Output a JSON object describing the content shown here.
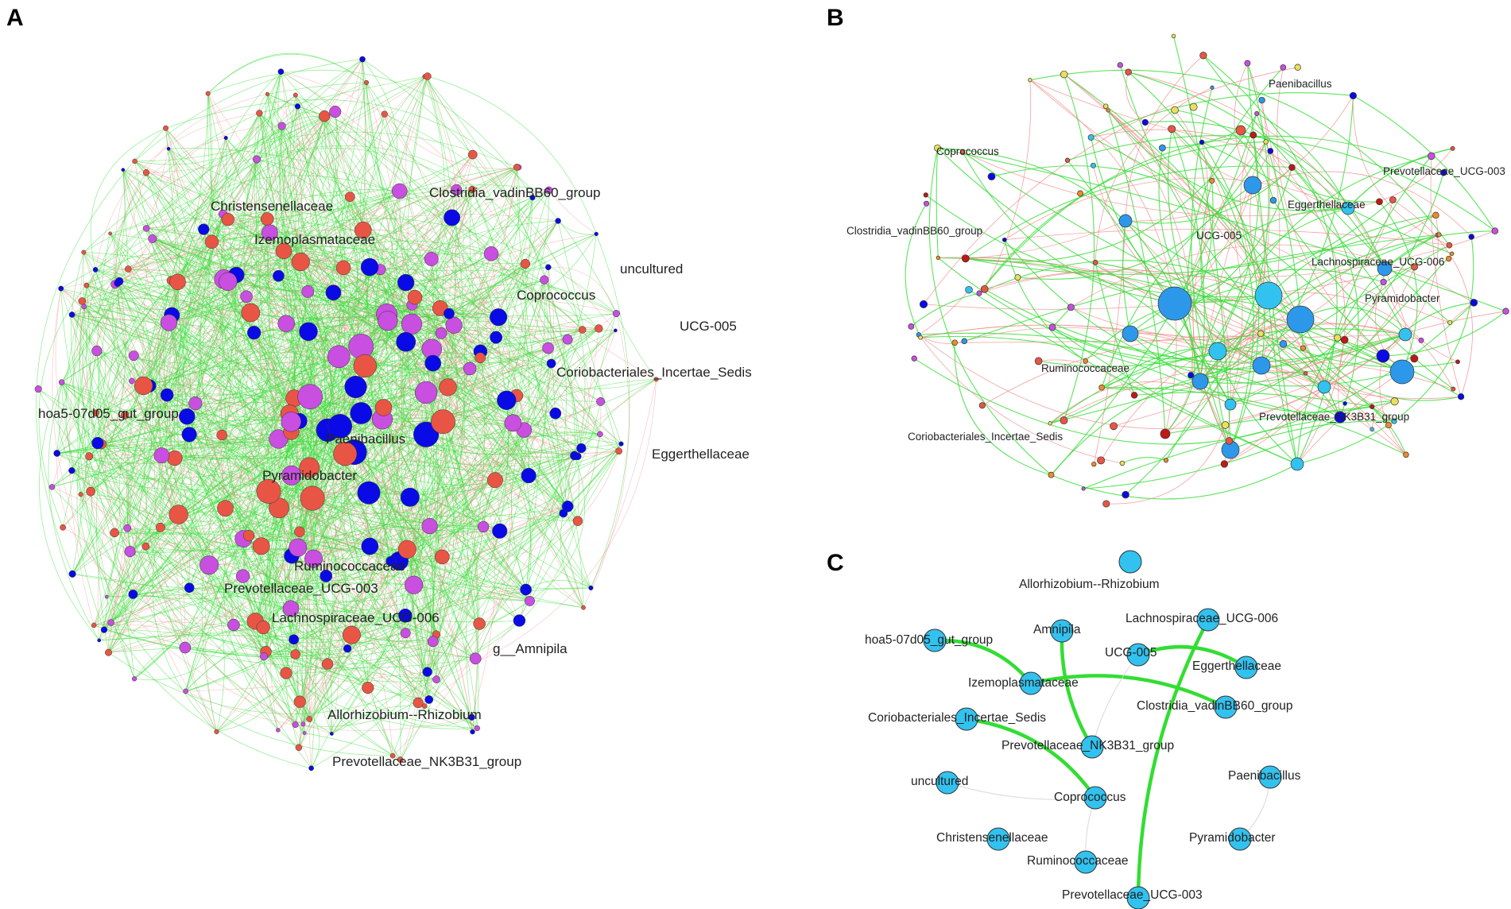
{
  "panels": {
    "a": {
      "letter": "A",
      "labels": [
        "Christensenellaceae",
        "Clostridia_vadinBB60_group",
        "Izemoplasmataceae",
        "unc​ultured",
        "Coprococcus",
        "UCG-005",
        "Coriobacteriales_Incertae_Sedis",
        "hoa5-07d05_gut_group",
        "Paenibacillus",
        "Eggerthellaceae",
        "Pyramidobacter",
        "Ruminococcaceae",
        "Prevotellaceae_UCG-003",
        "Lachnospiraceae_UCG-006",
        "g__Amnipila",
        "Allorhizobium--Rhizobium",
        "Prevotellaceae_NK3B31_group"
      ]
    },
    "b": {
      "letter": "B",
      "labels": [
        "Paenibacillus",
        "Coprococcus",
        "Prevotellaceae_UCG-003",
        "Eggerthellaceae",
        "Clostridia_vadinBB60_group",
        "UCG-005",
        "Lachnospiraceae_UCG-006",
        "Pyramidobacter",
        "Ruminococcaceae",
        "Prevotellaceae_NK3B31_group",
        "Coriobacteriales_Incertae_Sedis"
      ]
    },
    "c": {
      "letter": "C",
      "labels": [
        "Allorhizobium--Rhizobium",
        "Lachnospiraceae_UCG-006",
        "hoa5-07d05_gut_group",
        "Amnipila",
        "UCG-005",
        "Eggerthellaceae",
        "Izemoplasmataceae",
        "Clostridia_vadinBB60_group",
        "Coriobacteriales_Incertae_Sedis",
        "Prevotellaceae_NK3B31_group",
        "uncultured",
        "Paenibacillus",
        "Coprococcus",
        "Christensenellaceae",
        "Pyramidobacter",
        "Ruminococcaceae",
        "Prevotellaceae_UCG-003"
      ]
    }
  },
  "colors": {
    "positive_edge": "#33dd33",
    "negative_edge": "#f08a8a",
    "node_blue": "#0a0ae6",
    "node_magenta": "#c84fe0",
    "node_red": "#e85545",
    "node_lightblue": "#32c2ef",
    "node_midblue": "#2d98ea",
    "node_darkred": "#c01818",
    "node_orange": "#f08a2a",
    "node_yellow": "#e8e05a",
    "node_outline": "#333333"
  }
}
